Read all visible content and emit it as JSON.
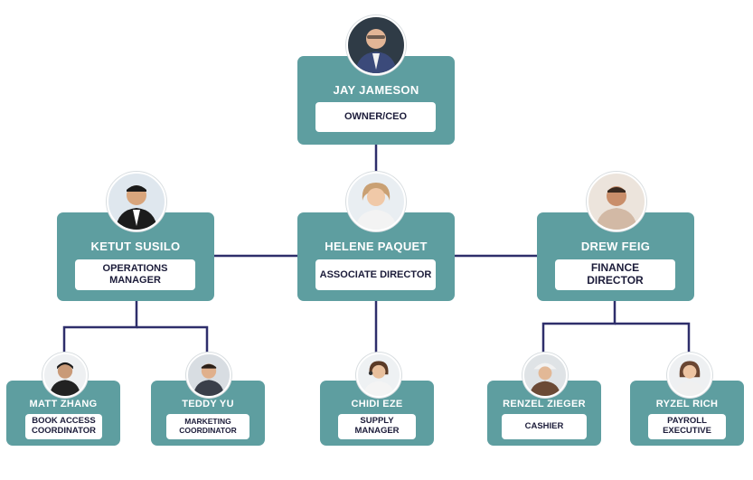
{
  "colors": {
    "card": "#5e9ea0",
    "line": "#2e2e6b",
    "role_text": "#1c1c3a",
    "name_text": "#ffffff"
  },
  "nodes": {
    "ceo": {
      "name": "JAY JAMESON",
      "role": "OWNER/CEO",
      "icon": "person-photo-icon"
    },
    "ops": {
      "name": "KETUT SUSILO",
      "role": "OPERATIONS\nMANAGER",
      "icon": "person-photo-icon"
    },
    "assoc": {
      "name": "HELENE PAQUET",
      "role": "ASSOCIATE DIRECTOR",
      "icon": "person-photo-icon"
    },
    "finance": {
      "name": "DREW FEIG",
      "role": "FINANCE\nDIRECTOR",
      "icon": "person-photo-icon"
    },
    "matt": {
      "name": "MATT ZHANG",
      "role": "BOOK ACCESS\nCOORDINATOR",
      "icon": "person-photo-icon"
    },
    "teddy": {
      "name": "TEDDY YU",
      "role": "MARKETING\nCOORDINATOR",
      "icon": "person-photo-icon"
    },
    "chidi": {
      "name": "CHIDI EZE",
      "role": "SUPPLY\nMANAGER",
      "icon": "person-photo-icon"
    },
    "renzel": {
      "name": "RENZEL ZIEGER",
      "role": "CASHIER",
      "icon": "person-photo-icon"
    },
    "ryzel": {
      "name": "RYZEL RICH",
      "role": "PAYROLL\nEXECUTIVE",
      "icon": "person-photo-icon"
    }
  }
}
